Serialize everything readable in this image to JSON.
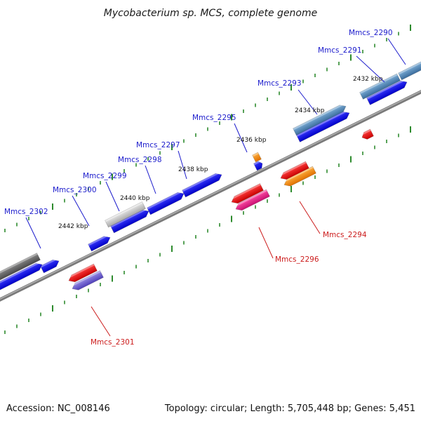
{
  "title": "Mycobacterium sp. MCS, complete genome",
  "footer": {
    "accession": "Accession: NC_008146",
    "summary": "Topology: circular; Length: 5,705,448 bp; Genes: 5,451"
  },
  "colors": {
    "backbone": "#8c8c8c",
    "tick": "#2e8b2e",
    "label_top": "#1c1ccc",
    "label_bottom": "#cc1c1c"
  },
  "kbp_labels": [
    "2432 kbp",
    "2434 kbp",
    "2436 kbp",
    "2438 kbp",
    "2440 kbp",
    "2442 kbp"
  ],
  "genes_top": [
    {
      "name": "Mmcs_2290",
      "color": "#4a7fb0"
    },
    {
      "name": "Mmcs_2291",
      "color": "#0000e0"
    },
    {
      "name": "Mmcs_2293",
      "color": "#4a7fb0"
    },
    {
      "name": "Mmcs_2295",
      "color": "#0000e0"
    },
    {
      "name": "Mmcs_2297",
      "color": "#0000e0"
    },
    {
      "name": "Mmcs_2298",
      "color": "#0000e0"
    },
    {
      "name": "Mmcs_2299",
      "color": "#0000e0"
    },
    {
      "name": "Mmcs_2300",
      "color": "#0000e0"
    },
    {
      "name": "Mmcs_2302",
      "color": "#0000e0"
    }
  ],
  "genes_bottom": [
    {
      "name": "Mmcs_2294",
      "color": "#ff8c00"
    },
    {
      "name": "Mmcs_2296",
      "color": "#e0197a"
    },
    {
      "name": "Mmcs_2301",
      "color": "#6a5acd"
    }
  ]
}
